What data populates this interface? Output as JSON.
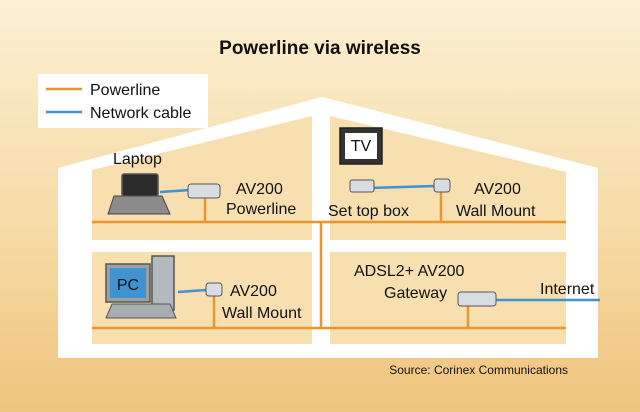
{
  "title": "Powerline via wireless",
  "legend": {
    "powerline_label": "Powerline",
    "network_label": "Network cable"
  },
  "rooms": {
    "laptop": "Laptop",
    "av200_powerline_line1": "AV200",
    "av200_powerline_line2": "Powerline",
    "tv": "TV",
    "set_top_box": "Set top box",
    "av200_wall_top_line1": "AV200",
    "av200_wall_top_line2": "Wall Mount",
    "pc": "PC",
    "av200_wall_bottom_line1": "AV200",
    "av200_wall_bottom_line2": "Wall Mount",
    "gateway_line1": "ADSL2+ AV200",
    "gateway_line2": "Gateway",
    "internet": "Internet"
  },
  "source": "Source: Corinex Communications",
  "colors": {
    "powerline": "#e8962e",
    "network": "#3f93cf",
    "wall": "#ffffff",
    "background": "#f6dba6"
  }
}
